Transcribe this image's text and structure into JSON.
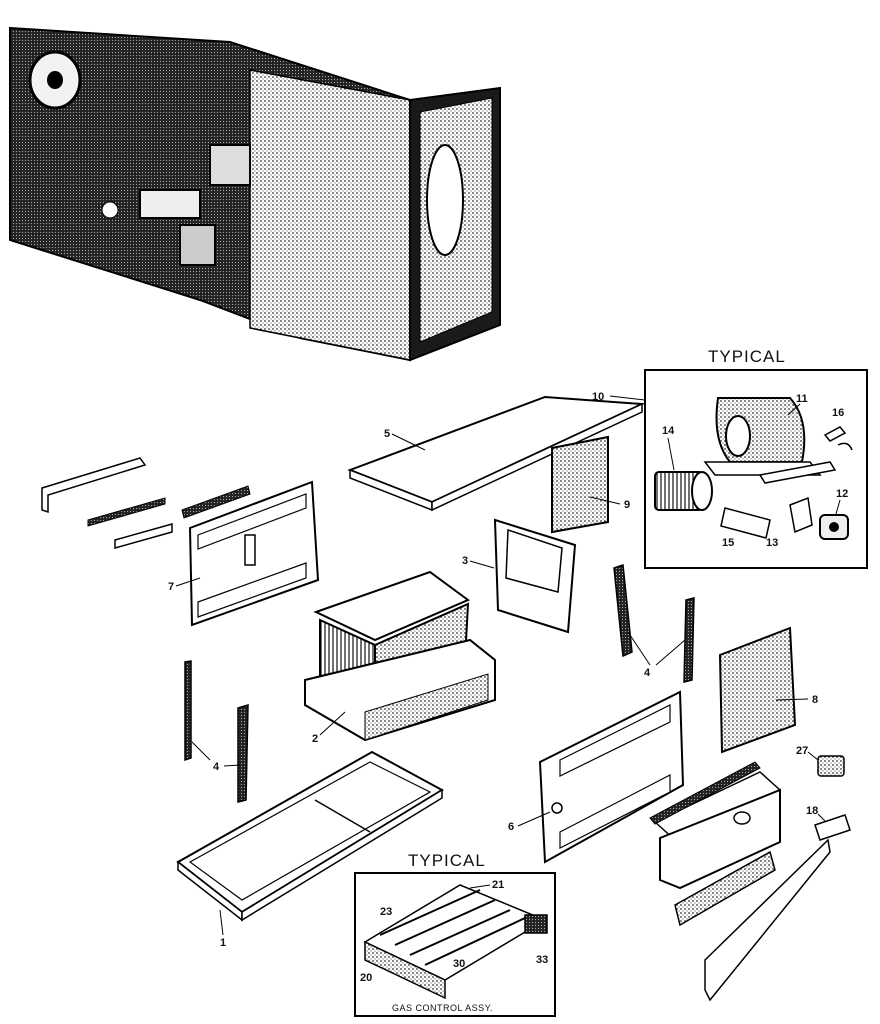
{
  "insets": {
    "blower": {
      "title": "TYPICAL"
    },
    "gas_control": {
      "title": "TYPICAL",
      "caption": "GAS CONTROL ASSY."
    }
  },
  "labels": {
    "p1": "1",
    "p2": "2",
    "p3": "3",
    "p4a": "4",
    "p4b": "4",
    "p5": "5",
    "p6": "6",
    "p7": "7",
    "p8": "8",
    "p9": "9",
    "p10": "10",
    "p11": "11",
    "p12": "12",
    "p13": "13",
    "p14": "14",
    "p15": "15",
    "p16": "16",
    "p18": "18",
    "p20": "20",
    "p21": "21",
    "p23": "23",
    "p27": "27",
    "p30": "30",
    "p33": "33"
  }
}
